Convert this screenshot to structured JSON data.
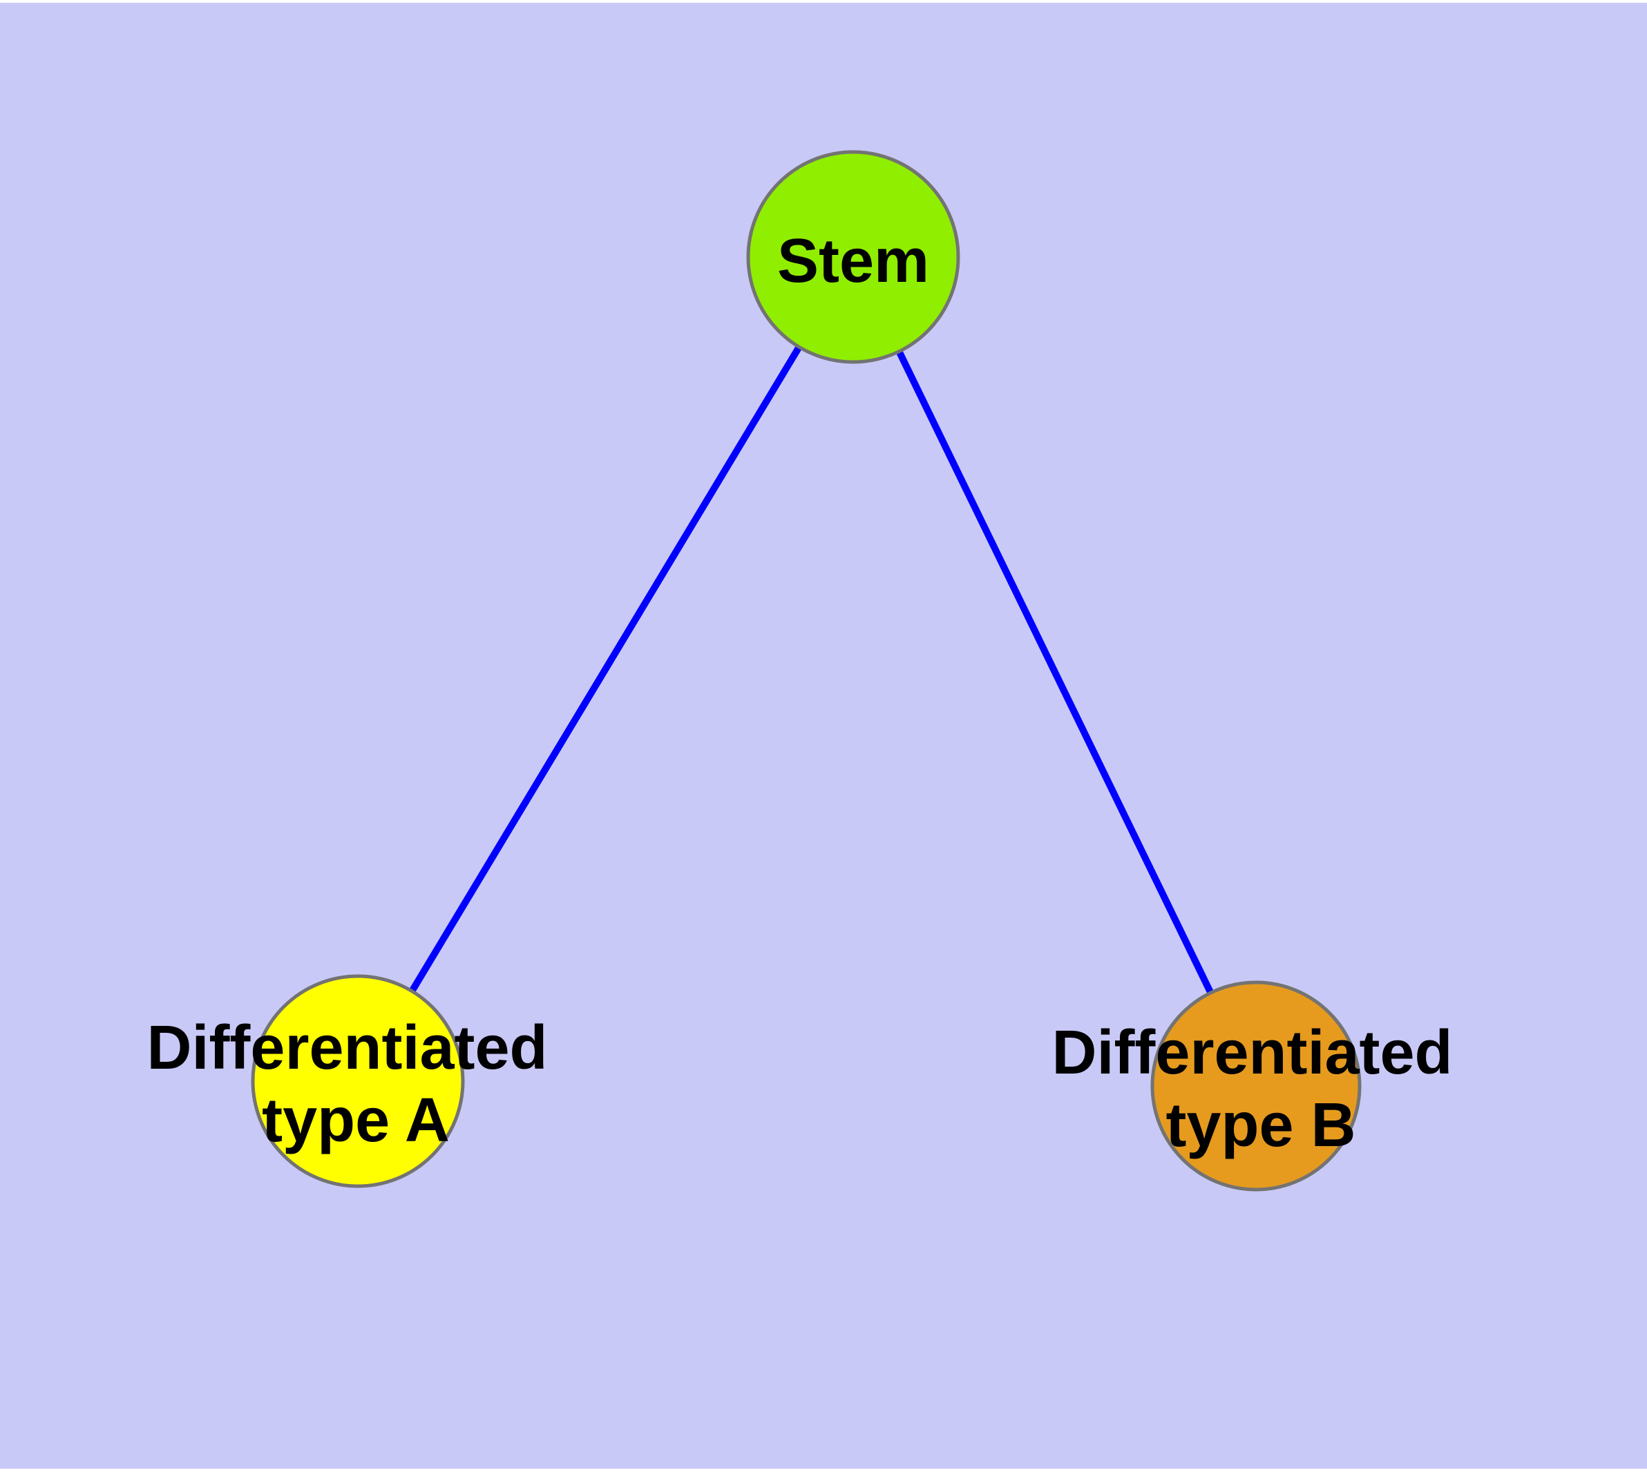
{
  "canvas": {
    "background_color": "#C9C9F7",
    "margin_color": "#FFFFFF"
  },
  "graph": {
    "edges": [
      {
        "from": "Stem",
        "to": "Differentiated type A",
        "color": "#0000FF"
      },
      {
        "from": "Stem",
        "to": "Differentiated type B",
        "color": "#0000FF"
      }
    ],
    "nodes": [
      {
        "id": "stem",
        "label": "Stem",
        "fill_color": "#90EE00",
        "border_color": "#737373",
        "text_color": "#000000"
      },
      {
        "id": "differentiated-type-a",
        "label": "Differentiated type A",
        "label_lines": [
          "Differentiated",
          "type A"
        ],
        "fill_color": "#FFFF00",
        "border_color": "#737373",
        "text_color": "#000000"
      },
      {
        "id": "differentiated-type-b",
        "label": "Differentiated type B",
        "label_lines": [
          "Differentiated",
          "type B"
        ],
        "fill_color": "#E69B1E",
        "border_color": "#737373",
        "text_color": "#000000"
      }
    ]
  }
}
